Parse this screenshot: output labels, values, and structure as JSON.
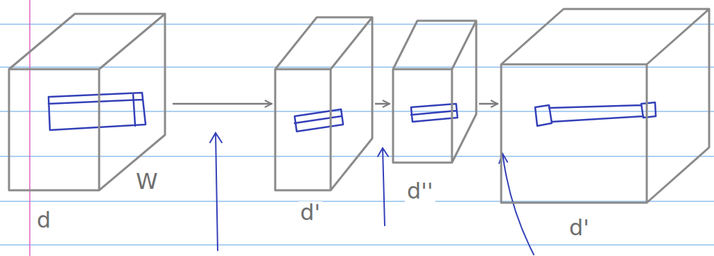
{
  "diagram": {
    "nodes": [
      {
        "text": [
          "d",
          "W"
        ]
      },
      {
        "text": [
          "d'"
        ]
      },
      {
        "text": [
          "d''"
        ]
      },
      {
        "text": [
          "d'"
        ]
      }
    ],
    "edges": [
      {
        "from": 0,
        "to": 1,
        "arrow": "to"
      },
      {
        "from": 1,
        "to": 2,
        "arrow": "to"
      },
      {
        "from": 2,
        "to": 3,
        "arrow": "to"
      }
    ]
  }
}
